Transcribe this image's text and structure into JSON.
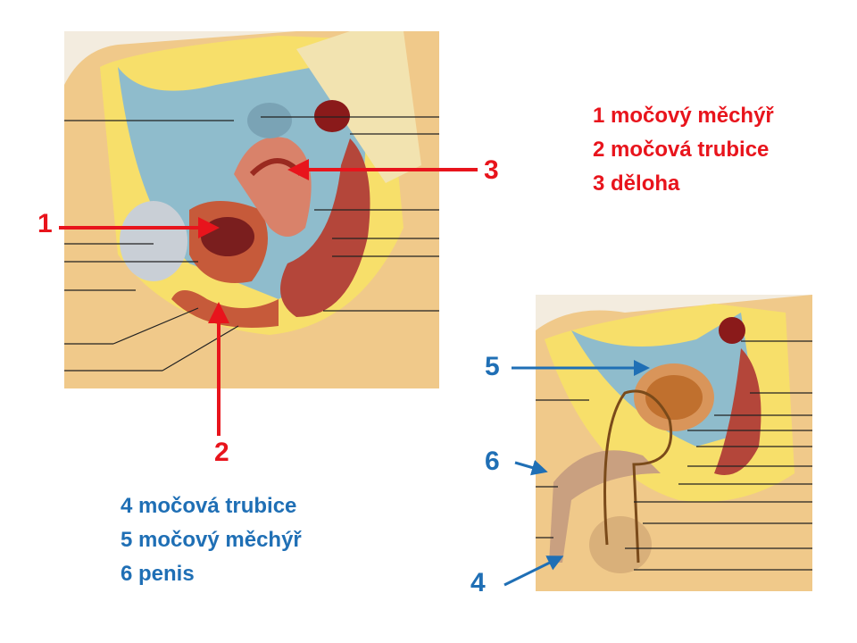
{
  "female_legend": [
    "1 močový měchýř",
    "2 močová trubice",
    "3 děloha"
  ],
  "male_legend": [
    "4 močová trubice",
    "5 močový měchýř",
    "6 penis"
  ],
  "markers": {
    "m1": "1",
    "m2": "2",
    "m3": "3",
    "m4": "4",
    "m5": "5",
    "m6": "6"
  },
  "colors": {
    "red": "#e8141c",
    "blue": "#1f6fb5"
  }
}
